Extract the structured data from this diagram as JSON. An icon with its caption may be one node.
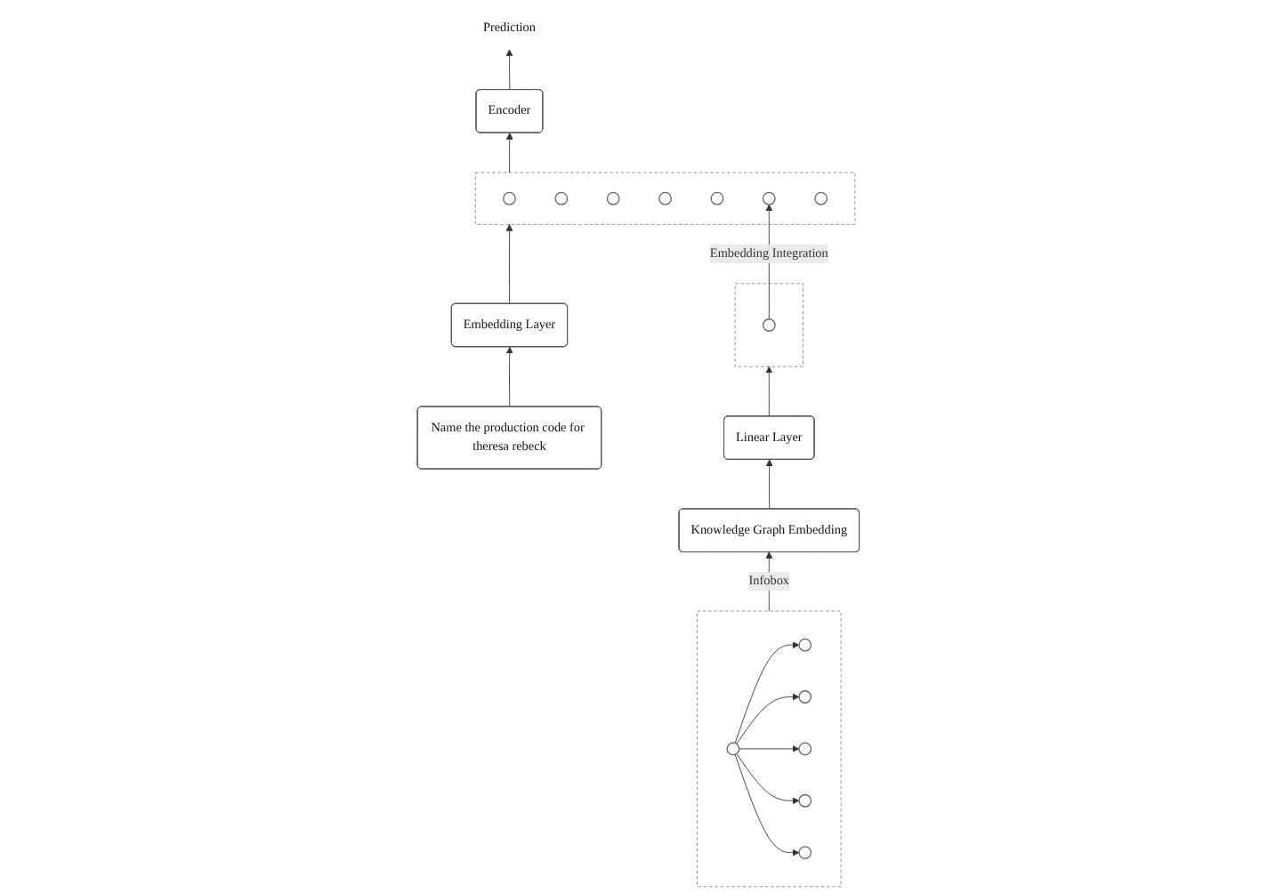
{
  "diagram": {
    "nodes": [
      {
        "text": [
          "Prediction"
        ]
      },
      {
        "text": [
          "Encoder"
        ]
      },
      {
        "text": [],
        "shape": "box"
      },
      {
        "text": [],
        "shape": "circle",
        "in": 2
      },
      {
        "text": [],
        "shape": "circle",
        "in": 2
      },
      {
        "text": [],
        "shape": "circle",
        "in": 2
      },
      {
        "text": [],
        "shape": "circle",
        "in": 2
      },
      {
        "text": [],
        "shape": "circle",
        "in": 2
      },
      {
        "text": [],
        "shape": "circle",
        "in": 2
      },
      {
        "text": [],
        "shape": "circle",
        "in": 2
      },
      {
        "text": [],
        "shape": "box"
      },
      {
        "text": [],
        "shape": "circle",
        "in": 10
      },
      {
        "text": [
          "Linear Layer"
        ]
      },
      {
        "text": [
          "Embedding Layer"
        ]
      },
      {
        "text": [
          "Knowledge Graph Embedding"
        ]
      },
      {
        "text": [
          "Name the production code for theresa rebeck"
        ]
      },
      {
        "text": [],
        "shape": "box"
      },
      {
        "text": [],
        "shape": "circle",
        "in": 16
      },
      {
        "text": [],
        "shape": "circle",
        "in": 16
      },
      {
        "text": [],
        "shape": "circle",
        "in": 16
      },
      {
        "text": [],
        "shape": "circle",
        "in": 16
      },
      {
        "text": [],
        "shape": "circle",
        "in": 16
      },
      {
        "text": [],
        "shape": "circle",
        "in": 16
      }
    ],
    "edges": [
      {
        "from": 1,
        "to": 0,
        "arrow": "to"
      },
      {
        "from": 2,
        "to": 1,
        "arrow": "to"
      },
      {
        "from": 11,
        "to": 8,
        "arrow": "to",
        "label": "Embedding Integration"
      },
      {
        "from": 12,
        "to": 10,
        "arrow": "to"
      },
      {
        "from": 13,
        "to": 2,
        "arrow": "to"
      },
      {
        "from": 14,
        "to": 12,
        "arrow": "to"
      },
      {
        "from": 15,
        "to": 13,
        "arrow": "to"
      },
      {
        "from": 16,
        "to": 14,
        "arrow": "to",
        "label": "Infobox"
      },
      {
        "from": 19,
        "to": 17,
        "arrow": "to"
      },
      {
        "from": 19,
        "to": 18,
        "arrow": "to"
      },
      {
        "from": 19,
        "to": 20,
        "arrow": "to"
      },
      {
        "from": 19,
        "to": 21,
        "arrow": "to"
      },
      {
        "from": 19,
        "to": 22,
        "arrow": "to"
      }
    ]
  }
}
